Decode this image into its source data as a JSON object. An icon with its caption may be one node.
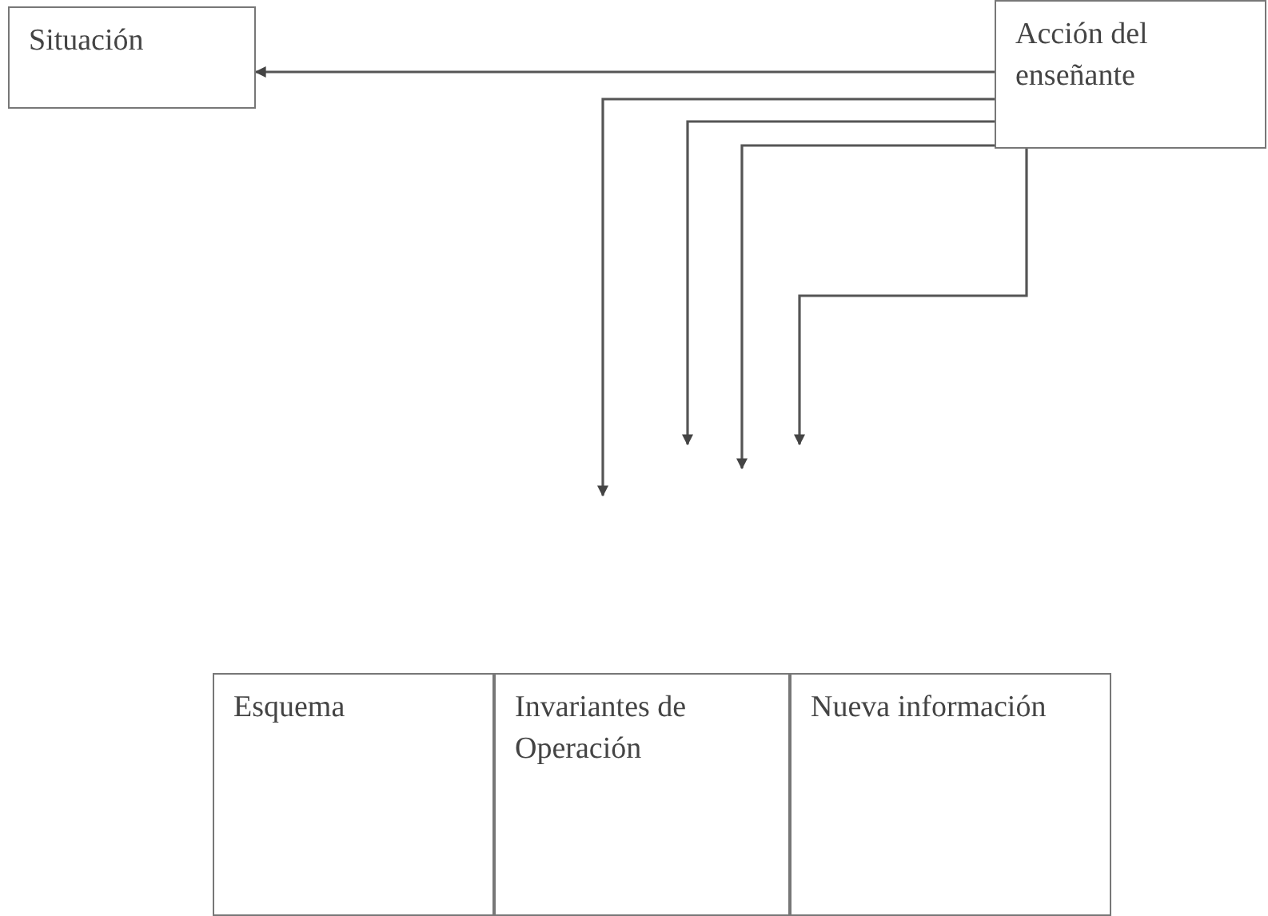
{
  "diagram": {
    "nodes": [
      {
        "text": [
          "Situación"
        ]
      },
      {
        "text": [
          "Acción del enseñante"
        ]
      },
      {
        "text": [
          "Esquema"
        ]
      },
      {
        "text": [
          "Invariantes de Operación"
        ]
      },
      {
        "text": [
          "Nueva información"
        ]
      }
    ],
    "edges": [
      {
        "from": 1,
        "to": 0,
        "arrow": "to"
      },
      {
        "from": 1,
        "to": null,
        "arrow": "to"
      },
      {
        "from": 1,
        "to": null,
        "arrow": "to"
      },
      {
        "from": 1,
        "to": null,
        "arrow": "to"
      },
      {
        "from": 1,
        "to": null,
        "arrow": "to"
      }
    ]
  }
}
